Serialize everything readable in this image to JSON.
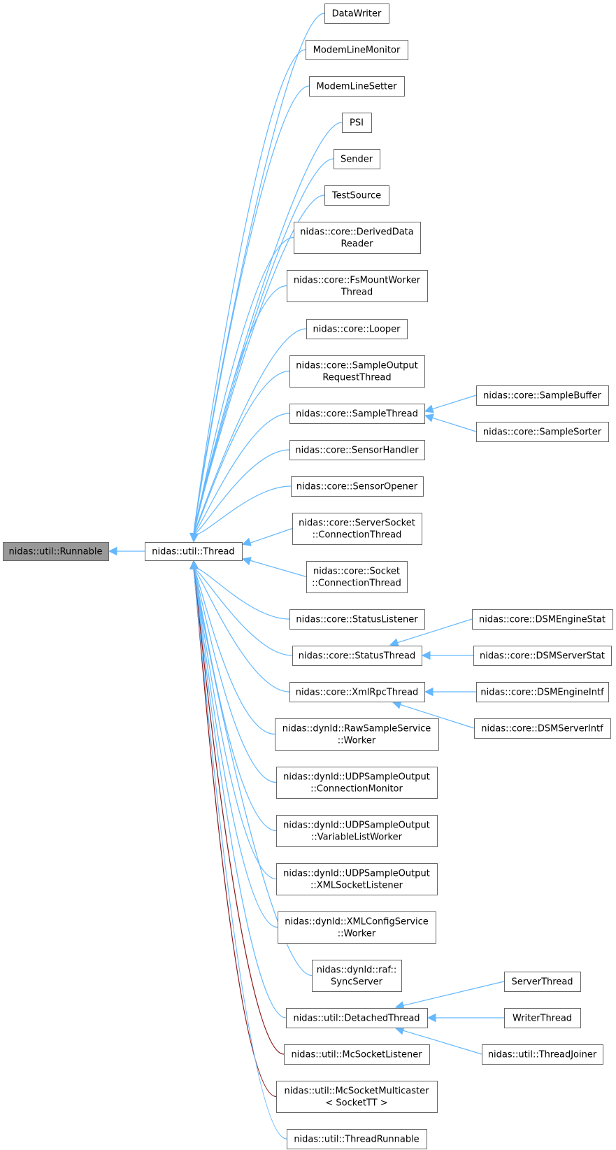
{
  "diagram": {
    "title": "Inheritance diagram for nidas::util::Runnable",
    "colors": {
      "public_edge": "#63b8ff",
      "protected_edge": "#8b1a1a",
      "root_fill": "#999999",
      "node_border": "#666666"
    },
    "nodes": [
      {
        "id": "runnable",
        "lines": [
          "nidas::util::Runnable"
        ],
        "root": true
      },
      {
        "id": "thread",
        "lines": [
          "nidas::util::Thread"
        ]
      },
      {
        "id": "datawriter",
        "lines": [
          "DataWriter"
        ]
      },
      {
        "id": "modemlinemonitor",
        "lines": [
          "ModemLineMonitor"
        ]
      },
      {
        "id": "modemlinesetter",
        "lines": [
          "ModemLineSetter"
        ]
      },
      {
        "id": "psi",
        "lines": [
          "PSI"
        ]
      },
      {
        "id": "sender",
        "lines": [
          "Sender"
        ]
      },
      {
        "id": "testsource",
        "lines": [
          "TestSource"
        ]
      },
      {
        "id": "deriveddatareader",
        "lines": [
          "nidas::core::DerivedData",
          "Reader"
        ]
      },
      {
        "id": "fsmountworker",
        "lines": [
          "nidas::core::FsMountWorker",
          "Thread"
        ]
      },
      {
        "id": "looper",
        "lines": [
          "nidas::core::Looper"
        ]
      },
      {
        "id": "sampleoutputrequest",
        "lines": [
          "nidas::core::SampleOutput",
          "RequestThread"
        ]
      },
      {
        "id": "samplethread",
        "lines": [
          "nidas::core::SampleThread"
        ]
      },
      {
        "id": "samplebuffer",
        "lines": [
          "nidas::core::SampleBuffer"
        ]
      },
      {
        "id": "samplesorter",
        "lines": [
          "nidas::core::SampleSorter"
        ]
      },
      {
        "id": "sensorhandler",
        "lines": [
          "nidas::core::SensorHandler"
        ]
      },
      {
        "id": "sensoropener",
        "lines": [
          "nidas::core::SensorOpener"
        ]
      },
      {
        "id": "serversocketconn",
        "lines": [
          "nidas::core::ServerSocket",
          "::ConnectionThread"
        ]
      },
      {
        "id": "socketconn",
        "lines": [
          "nidas::core::Socket",
          "::ConnectionThread"
        ]
      },
      {
        "id": "statuslistener",
        "lines": [
          "nidas::core::StatusListener"
        ]
      },
      {
        "id": "statusthread",
        "lines": [
          "nidas::core::StatusThread"
        ]
      },
      {
        "id": "dsmenginestat",
        "lines": [
          "nidas::core::DSMEngineStat"
        ]
      },
      {
        "id": "dsmserverstat",
        "lines": [
          "nidas::core::DSMServerStat"
        ]
      },
      {
        "id": "xmlrpcthread",
        "lines": [
          "nidas::core::XmlRpcThread"
        ]
      },
      {
        "id": "dsmengineintf",
        "lines": [
          "nidas::core::DSMEngineIntf"
        ]
      },
      {
        "id": "dsmserverintf",
        "lines": [
          "nidas::core::DSMServerIntf"
        ]
      },
      {
        "id": "rawsampleservice",
        "lines": [
          "nidas::dynld::RawSampleService",
          "::Worker"
        ]
      },
      {
        "id": "udpconnmonitor",
        "lines": [
          "nidas::dynld::UDPSampleOutput",
          "::ConnectionMonitor"
        ]
      },
      {
        "id": "udpvarlist",
        "lines": [
          "nidas::dynld::UDPSampleOutput",
          "::VariableListWorker"
        ]
      },
      {
        "id": "udpxmlsocket",
        "lines": [
          "nidas::dynld::UDPSampleOutput",
          "::XMLSocketListener"
        ]
      },
      {
        "id": "xmlconfigservice",
        "lines": [
          "nidas::dynld::XMLConfigService",
          "::Worker"
        ]
      },
      {
        "id": "syncserver",
        "lines": [
          "nidas::dynld::raf::",
          "SyncServer"
        ]
      },
      {
        "id": "detachedthread",
        "lines": [
          "nidas::util::DetachedThread"
        ]
      },
      {
        "id": "serverthread",
        "lines": [
          "ServerThread"
        ]
      },
      {
        "id": "writerthread",
        "lines": [
          "WriterThread"
        ]
      },
      {
        "id": "threadjoiner",
        "lines": [
          "nidas::util::ThreadJoiner"
        ]
      },
      {
        "id": "mcsocketlistener",
        "lines": [
          "nidas::util::McSocketListener"
        ]
      },
      {
        "id": "mcsocketmulticaster",
        "lines": [
          "nidas::util::McSocketMulticaster",
          "< SocketTT >"
        ]
      },
      {
        "id": "threadrunnable",
        "lines": [
          "nidas::util::ThreadRunnable"
        ]
      }
    ],
    "edges": [
      {
        "from": "thread",
        "to": "runnable",
        "kind": "public"
      },
      {
        "from": "datawriter",
        "to": "thread",
        "kind": "public"
      },
      {
        "from": "modemlinemonitor",
        "to": "thread",
        "kind": "public"
      },
      {
        "from": "modemlinesetter",
        "to": "thread",
        "kind": "public"
      },
      {
        "from": "psi",
        "to": "thread",
        "kind": "public"
      },
      {
        "from": "sender",
        "to": "thread",
        "kind": "public"
      },
      {
        "from": "testsource",
        "to": "thread",
        "kind": "public"
      },
      {
        "from": "deriveddatareader",
        "to": "thread",
        "kind": "public"
      },
      {
        "from": "fsmountworker",
        "to": "thread",
        "kind": "public"
      },
      {
        "from": "looper",
        "to": "thread",
        "kind": "public"
      },
      {
        "from": "sampleoutputrequest",
        "to": "thread",
        "kind": "public"
      },
      {
        "from": "samplethread",
        "to": "thread",
        "kind": "public"
      },
      {
        "from": "sensorhandler",
        "to": "thread",
        "kind": "public"
      },
      {
        "from": "sensoropener",
        "to": "thread",
        "kind": "public"
      },
      {
        "from": "serversocketconn",
        "to": "thread",
        "kind": "public"
      },
      {
        "from": "socketconn",
        "to": "thread",
        "kind": "public"
      },
      {
        "from": "statuslistener",
        "to": "thread",
        "kind": "public"
      },
      {
        "from": "statusthread",
        "to": "thread",
        "kind": "public"
      },
      {
        "from": "xmlrpcthread",
        "to": "thread",
        "kind": "public"
      },
      {
        "from": "rawsampleservice",
        "to": "thread",
        "kind": "public"
      },
      {
        "from": "udpconnmonitor",
        "to": "thread",
        "kind": "public"
      },
      {
        "from": "udpvarlist",
        "to": "thread",
        "kind": "public"
      },
      {
        "from": "udpxmlsocket",
        "to": "thread",
        "kind": "public"
      },
      {
        "from": "xmlconfigservice",
        "to": "thread",
        "kind": "public"
      },
      {
        "from": "syncserver",
        "to": "thread",
        "kind": "public"
      },
      {
        "from": "detachedthread",
        "to": "thread",
        "kind": "public"
      },
      {
        "from": "mcsocketlistener",
        "to": "thread",
        "kind": "protected"
      },
      {
        "from": "mcsocketmulticaster",
        "to": "thread",
        "kind": "protected"
      },
      {
        "from": "threadrunnable",
        "to": "thread",
        "kind": "public"
      },
      {
        "from": "samplebuffer",
        "to": "samplethread",
        "kind": "public"
      },
      {
        "from": "samplesorter",
        "to": "samplethread",
        "kind": "public"
      },
      {
        "from": "dsmenginestat",
        "to": "statusthread",
        "kind": "public"
      },
      {
        "from": "dsmserverstat",
        "to": "statusthread",
        "kind": "public"
      },
      {
        "from": "dsmengineintf",
        "to": "xmlrpcthread",
        "kind": "public"
      },
      {
        "from": "dsmserverintf",
        "to": "xmlrpcthread",
        "kind": "public"
      },
      {
        "from": "serverthread",
        "to": "detachedthread",
        "kind": "public"
      },
      {
        "from": "writerthread",
        "to": "detachedthread",
        "kind": "public"
      },
      {
        "from": "threadjoiner",
        "to": "detachedthread",
        "kind": "public"
      }
    ]
  }
}
